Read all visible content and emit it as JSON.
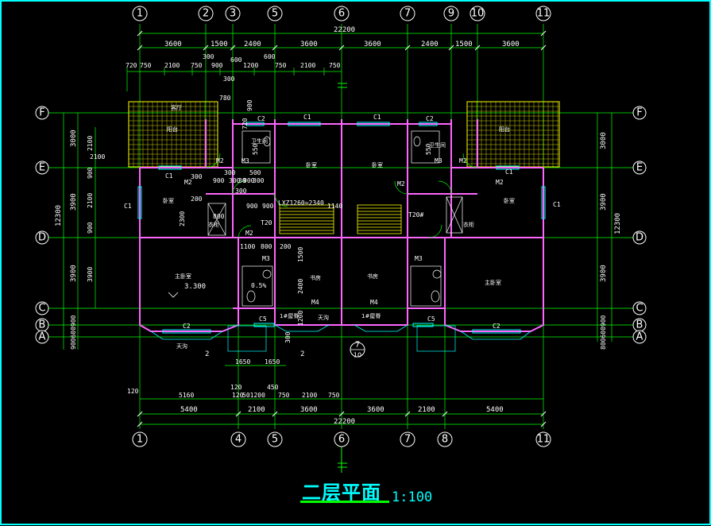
{
  "colors": {
    "background": "#000000",
    "frame": "#00ffff",
    "axis": "#00ff00",
    "wall": "#ff66ff",
    "dimension": "#00ff00",
    "text": "#ffffff",
    "balcony": "#ffff00",
    "window": "#00ffff",
    "stair": "#ffff00",
    "door": "#00ff00",
    "red": "#ff3333"
  },
  "drawing": {
    "title": "二层平面",
    "scale": "1:100"
  },
  "axes": {
    "top": [
      "1",
      "2",
      "3",
      "5",
      "6",
      "7",
      "9",
      "10",
      "11"
    ],
    "bottom": [
      "1",
      "4",
      "5",
      "6",
      "7",
      "8",
      "11"
    ],
    "left": [
      "F",
      "E",
      "D",
      "C",
      "B",
      "A"
    ],
    "right": [
      "F",
      "E",
      "D",
      "C",
      "B",
      "A"
    ],
    "inner_bubble": "7",
    "inner_bubble_sub": "10"
  },
  "dimensions": {
    "top_total": "22200",
    "top_row1": [
      "3600",
      "1500",
      "2400",
      "3600",
      "3600",
      "2400",
      "1500",
      "3600"
    ],
    "top_row2": [
      "720",
      "750",
      "2100",
      "750",
      "900",
      "1200",
      "750",
      "2100",
      "750"
    ],
    "top_misc": [
      "300",
      "600",
      "600",
      "300",
      "780"
    ],
    "bottom_total": "22200",
    "bottom_row1": [
      "5400",
      "2100",
      "3600",
      "3600",
      "2100",
      "5400"
    ],
    "bottom_row2": [
      "5160",
      "120",
      "501200",
      "750",
      "2100",
      "750"
    ],
    "bottom_misc": [
      "120",
      "1650",
      "1650",
      "120",
      "450"
    ],
    "left_total": "12300",
    "left_row1": [
      "3000",
      "3900",
      "3900"
    ],
    "left_row2": [
      "2100",
      "900",
      "2100",
      "900",
      "3900"
    ],
    "left_bottom": "900600900",
    "right_total": "12300",
    "right_row1": [
      "3000",
      "3900",
      "3900"
    ],
    "right_bottom": "800600900",
    "interior": [
      "300",
      "300",
      "900",
      "300",
      "500",
      "300",
      "900",
      "30",
      "300",
      "200",
      "800",
      "900",
      "900",
      "1140",
      "2300",
      "1100",
      "800",
      "200",
      "1500",
      "2400",
      "1200",
      "300",
      "550",
      "550",
      "720",
      "900",
      "2100"
    ]
  },
  "labels": {
    "elevation": "3.300",
    "stair_note": "LXZ1260=2340",
    "t20a": "T20",
    "t20b": "T20",
    "t20_suffix": "#",
    "section_mark": "2",
    "section_mark_b": "2",
    "dim_0_5": "0.5%"
  },
  "rooms": [
    {
      "name": "阳台"
    },
    {
      "name": "阳台"
    },
    {
      "name": "卧室"
    },
    {
      "name": "卧室"
    },
    {
      "name": "卧室"
    },
    {
      "name": "卧室"
    },
    {
      "name": "主卧室"
    },
    {
      "name": "主卧室"
    },
    {
      "name": "书房"
    },
    {
      "name": "书房"
    },
    {
      "name": "卫生间"
    },
    {
      "name": "卫生间"
    },
    {
      "name": "衣柜"
    },
    {
      "name": "衣柜"
    },
    {
      "name": "1#屋脊"
    },
    {
      "name": "1#屋脊"
    },
    {
      "name": "天沟"
    },
    {
      "name": "天沟"
    },
    {
      "name": "客厅"
    }
  ],
  "doors": [
    "M2",
    "M2",
    "M2",
    "M2",
    "M2",
    "M2",
    "M3",
    "M3",
    "M3",
    "M3",
    "M4",
    "M4"
  ],
  "windows": [
    "C1",
    "C1",
    "C1",
    "C1",
    "C1",
    "C1",
    "C2",
    "C2",
    "C2",
    "C2",
    "C5",
    "C5"
  ]
}
